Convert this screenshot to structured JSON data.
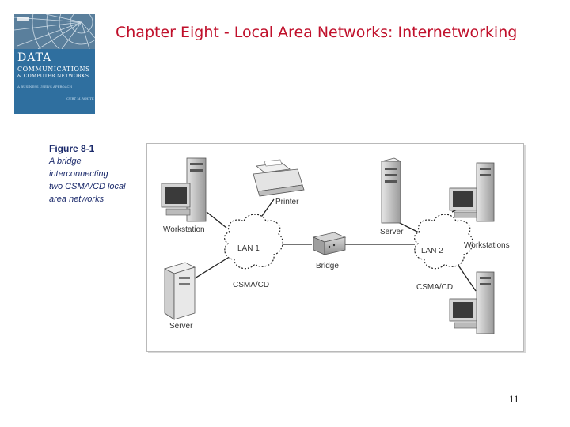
{
  "slide": {
    "title": "Chapter Eight - Local Area Networks: Internetworking",
    "page_number": "11"
  },
  "book_cover": {
    "title_line1": "DATA",
    "title_line2": "COMMUNICATIONS",
    "title_line3": "& COMPUTER NETWORKS",
    "subtitle": "A BUSINESS USER'S APPROACH",
    "author": "CURT M. WHITE",
    "colors": {
      "background": "#2f6f9f",
      "accent": "#ffffff"
    }
  },
  "figure": {
    "number": "Figure 8-1",
    "caption_lines": [
      "A bridge",
      "interconnecting",
      "two CSMA/CD local",
      "area networks"
    ]
  },
  "diagram": {
    "labels": {
      "workstation": "Workstation",
      "printer": "Printer",
      "server_left": "Server",
      "server_top": "Server",
      "lan1": "LAN 1",
      "lan1_protocol": "CSMA/CD",
      "lan2": "LAN 2",
      "lan2_protocol": "CSMA/CD",
      "bridge": "Bridge",
      "workstations": "Workstations"
    },
    "colors": {
      "link": "#222222",
      "device": "#c8c8c8",
      "screen": "#3a3a3a"
    }
  }
}
